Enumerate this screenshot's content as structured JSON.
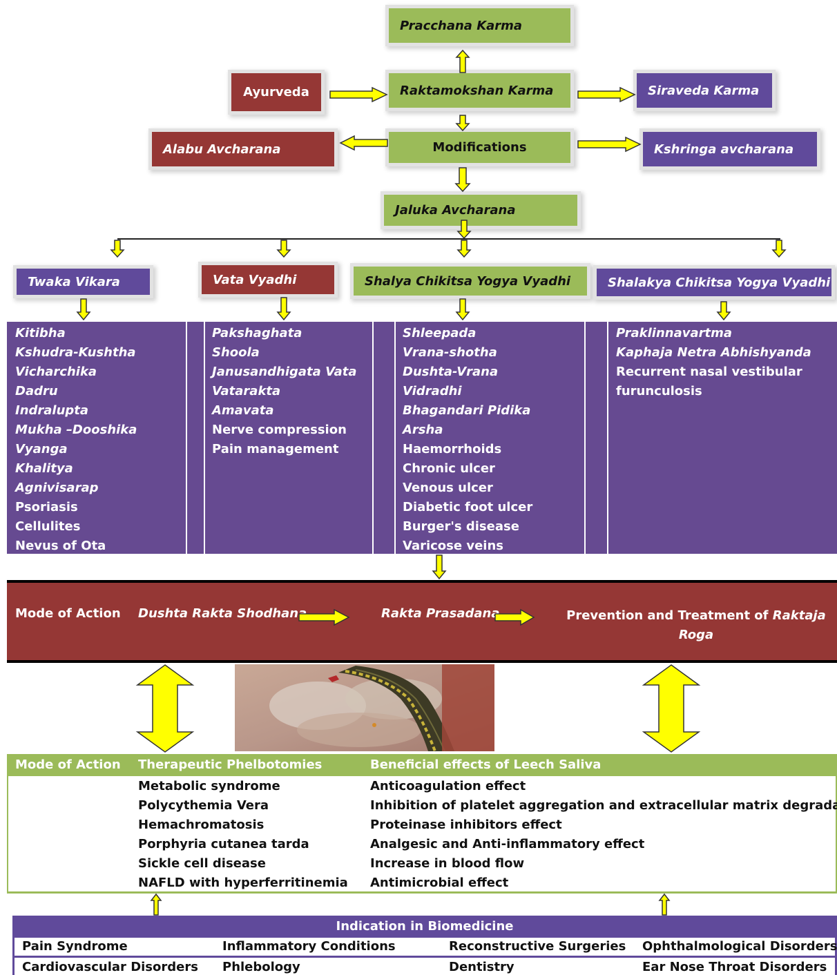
{
  "top": {
    "pracchana": "Pracchana Karma",
    "ayurveda": "Ayurveda",
    "raktamokshan": "Raktamokshan Karma",
    "siraveda": "Siraveda Karma",
    "alabu": "Alabu Avcharana",
    "modifications": "Modifications",
    "kshringa": "Kshringa avcharana",
    "jaluka": "Jaluka Avcharana"
  },
  "categories": {
    "twaka": "Twaka Vikara",
    "vata": "Vata Vyadhi",
    "shalya": "Shalya Chikitsa Yogya  Vyadhi",
    "shalakya": "Shalakya Chikitsa Yogya Vyadhi"
  },
  "lists": {
    "twaka": [
      {
        "t": "Kitibha",
        "i": true
      },
      {
        "t": "Kshudra-Kushtha",
        "i": true
      },
      {
        "t": "Vicharchika",
        "i": true
      },
      {
        "t": "Dadru",
        "i": true
      },
      {
        "t": "Indralupta",
        "i": true
      },
      {
        "t": "Mukha –Dooshika",
        "i": true
      },
      {
        "t": "Vyanga",
        "i": true
      },
      {
        "t": "Khalitya",
        "i": true
      },
      {
        "t": "Agnivisarap",
        "i": true
      },
      {
        "t": "Psoriasis",
        "i": false
      },
      {
        "t": "Cellulites",
        "i": false
      },
      {
        "t": " Nevus of Ota",
        "i": false
      }
    ],
    "vata": [
      {
        "t": "Pakshaghata",
        "i": true
      },
      {
        "t": "Shoola",
        "i": true
      },
      {
        "t": "Janusandhigata Vata",
        "i": true
      },
      {
        "t": "Vatarakta",
        "i": true
      },
      {
        "t": "Amavata",
        "i": true
      },
      {
        "t": "Nerve compression",
        "i": false
      },
      {
        "t": "Pain management",
        "i": false
      }
    ],
    "shalya": [
      {
        "t": "Shleepada",
        "i": true
      },
      {
        "t": "Vrana-shotha",
        "i": true
      },
      {
        "t": "Dushta-Vrana",
        "i": true
      },
      {
        "t": "Vidradhi",
        "i": true
      },
      {
        "t": "Bhagandari  Pidika",
        "i": true
      },
      {
        "t": "Arsha",
        "i": true
      },
      {
        "t": "Haemorrhoids",
        "i": false
      },
      {
        "t": "Chronic ulcer",
        "i": false
      },
      {
        "t": "Venous ulcer",
        "i": false
      },
      {
        "t": "Diabetic foot ulcer",
        "i": false
      },
      {
        "t": "Burger's disease",
        "i": false
      },
      {
        "t": "Varicose veins",
        "i": false
      }
    ],
    "shalakya": [
      {
        "t": "Praklinnavartma",
        "i": true
      },
      {
        "t": "Kaphaja Netra Abhishyanda",
        "i": true
      },
      {
        "t": "Recurrent nasal vestibular",
        "i": false
      },
      {
        "t": "furunculosis",
        "i": false
      }
    ]
  },
  "mode1": {
    "label": "Mode of Action",
    "step1": "Dushta Rakta Shodhana",
    "step2": "Rakta Prasadana",
    "step3_plain": "Prevention and Treatment of ",
    "step3_italic": "Raktaja",
    "step3_line2": "Roga"
  },
  "mode2": {
    "label": "Mode of Action",
    "h1": "Therapeutic Phelbotomies",
    "h2": "Beneficial effects of Leech Saliva",
    "phleb": [
      "Metabolic syndrome",
      "Polycythemia Vera",
      "Hemachromatosis",
      "Porphyria cutanea tarda",
      "Sickle cell disease",
      "NAFLD with hyperferritinemia"
    ],
    "saliva": [
      "Anticoagulation effect",
      "Inhibition of platelet aggregation and extracellular matrix degradation",
      "Proteinase inhibitors effect",
      "Analgesic and Anti-inflammatory effect",
      "Increase in blood flow",
      "Antimicrobial effect"
    ]
  },
  "biomed": {
    "title": "Indication in Biomedicine",
    "row1": [
      "Pain Syndrome",
      "Inflammatory Conditions",
      "Reconstructive Surgeries",
      "Ophthalmological Disorders"
    ],
    "row2": [
      "Cardiovascular Disorders",
      "Phlebology",
      "Dentistry",
      "Ear Nose Throat Disorders"
    ]
  },
  "colors": {
    "green": "#9bbb59",
    "red": "#953735",
    "purple": "#604a9b",
    "arrow_yellow": "#ffff00"
  }
}
